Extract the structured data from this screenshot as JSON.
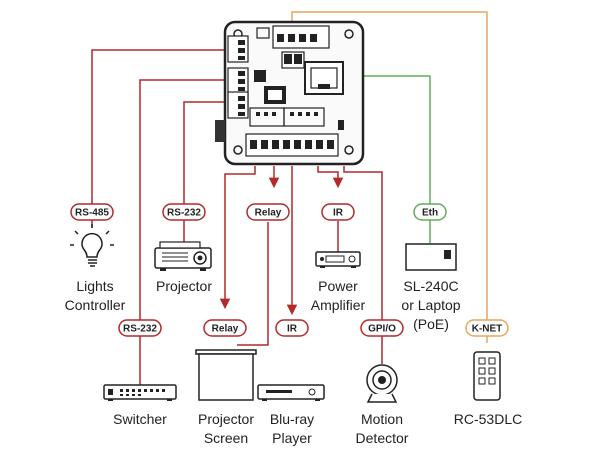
{
  "colors": {
    "red": "#b22a2a",
    "orange": "#e8a65a",
    "green": "#5fae57",
    "body": "#222222"
  },
  "devices": {
    "lights": {
      "line1": "Lights",
      "line2": "Controller",
      "icon": "lightbulb-icon"
    },
    "projector": {
      "line1": "Projector",
      "icon": "projector-icon"
    },
    "amplifier": {
      "line1": "Power",
      "line2": "Amplifier",
      "icon": "amplifier-icon"
    },
    "laptop": {
      "line1": "SL-240C",
      "line2": "or Laptop",
      "line3": "(PoE)",
      "icon": "controller-icon"
    },
    "switcher": {
      "line1": "Switcher",
      "icon": "switcher-icon"
    },
    "screen": {
      "line1": "Projector",
      "line2": "Screen",
      "icon": "projector-screen-icon"
    },
    "bluray": {
      "line1": "Blu-ray",
      "line2": "Player",
      "icon": "bluray-player-icon"
    },
    "detector": {
      "line1": "Motion",
      "line2": "Detector",
      "icon": "motion-detector-icon"
    },
    "keypad": {
      "line1": "RC-53DLC",
      "icon": "keypad-icon"
    }
  },
  "badges": {
    "rs485": "RS-485",
    "rs232_projector": "RS-232",
    "relay_top": "Relay",
    "ir_top": "IR",
    "eth": "Eth",
    "rs232_switcher": "RS-232",
    "relay_bottom": "Relay",
    "ir_bottom": "IR",
    "gpio": "GPI/O",
    "knet": "K-NET"
  }
}
